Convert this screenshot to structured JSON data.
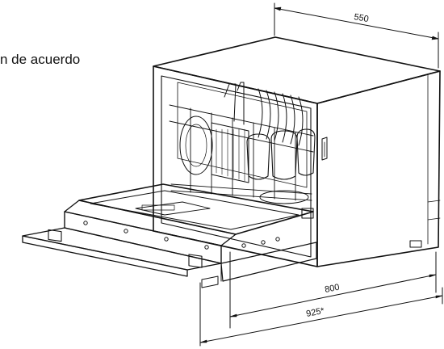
{
  "caption": "n de acuerdo",
  "dimensions": {
    "width_label": "550",
    "depth_closed_label": "800",
    "depth_open_label": "925*"
  },
  "drawing": {
    "subject": "compact countertop dishwasher with door open",
    "line_color": "#111111",
    "background": "#ffffff"
  }
}
